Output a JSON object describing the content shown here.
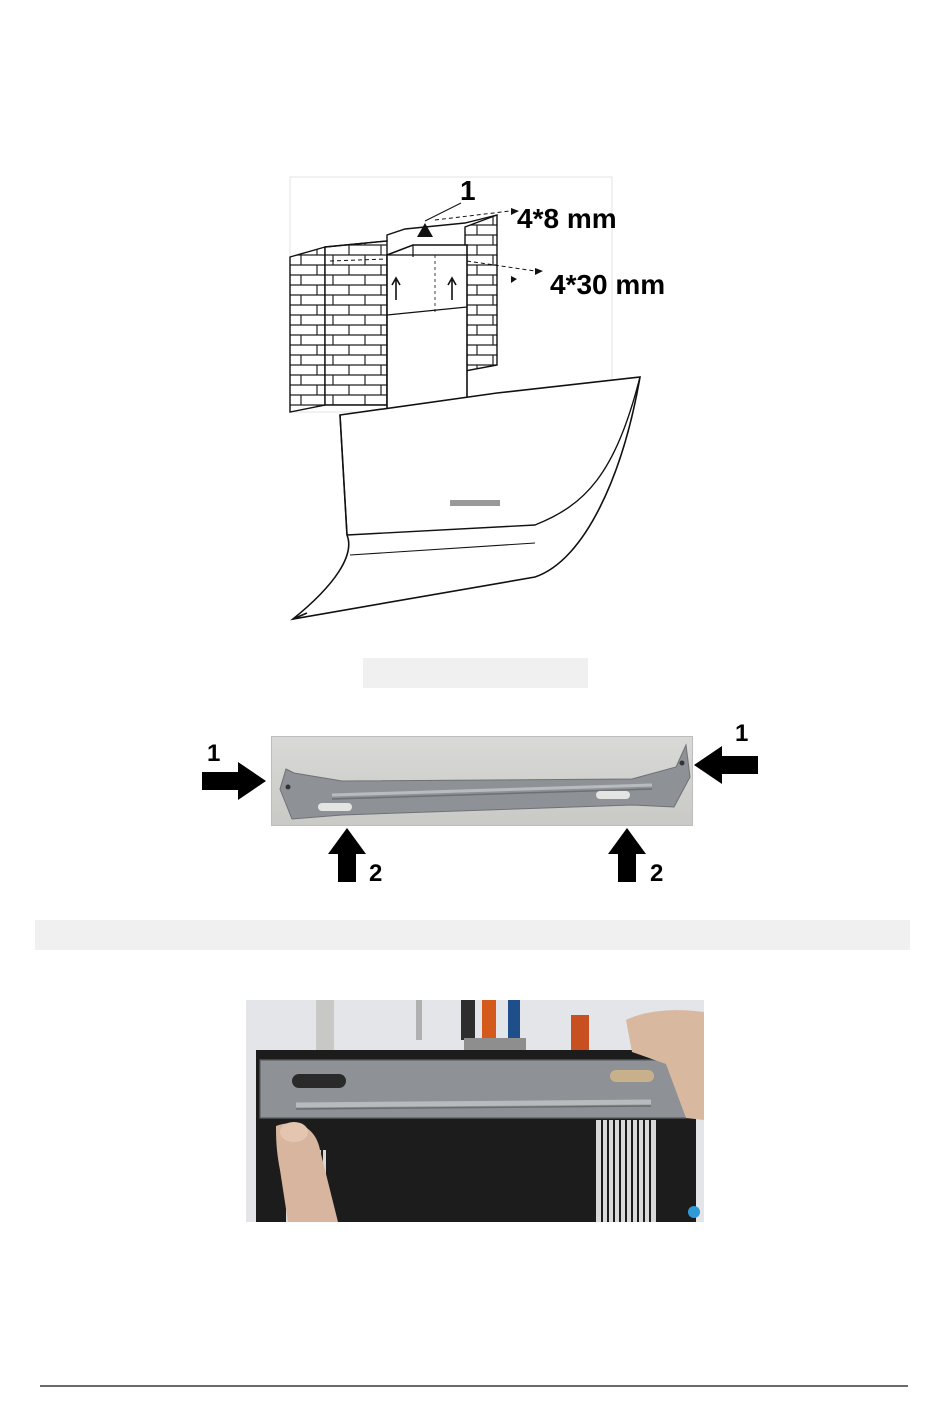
{
  "figure1": {
    "callout_1": "1",
    "screw_small": "4*8 mm",
    "screw_large": "4*30 mm"
  },
  "figure2": {
    "left_arrow_label": "1",
    "right_arrow_label": "1",
    "bottom_left_label": "2",
    "bottom_right_label": "2"
  },
  "colors": {
    "bracket": "#8e9296",
    "panel_dark": "#1c1c1c",
    "background": "#ffffff"
  }
}
